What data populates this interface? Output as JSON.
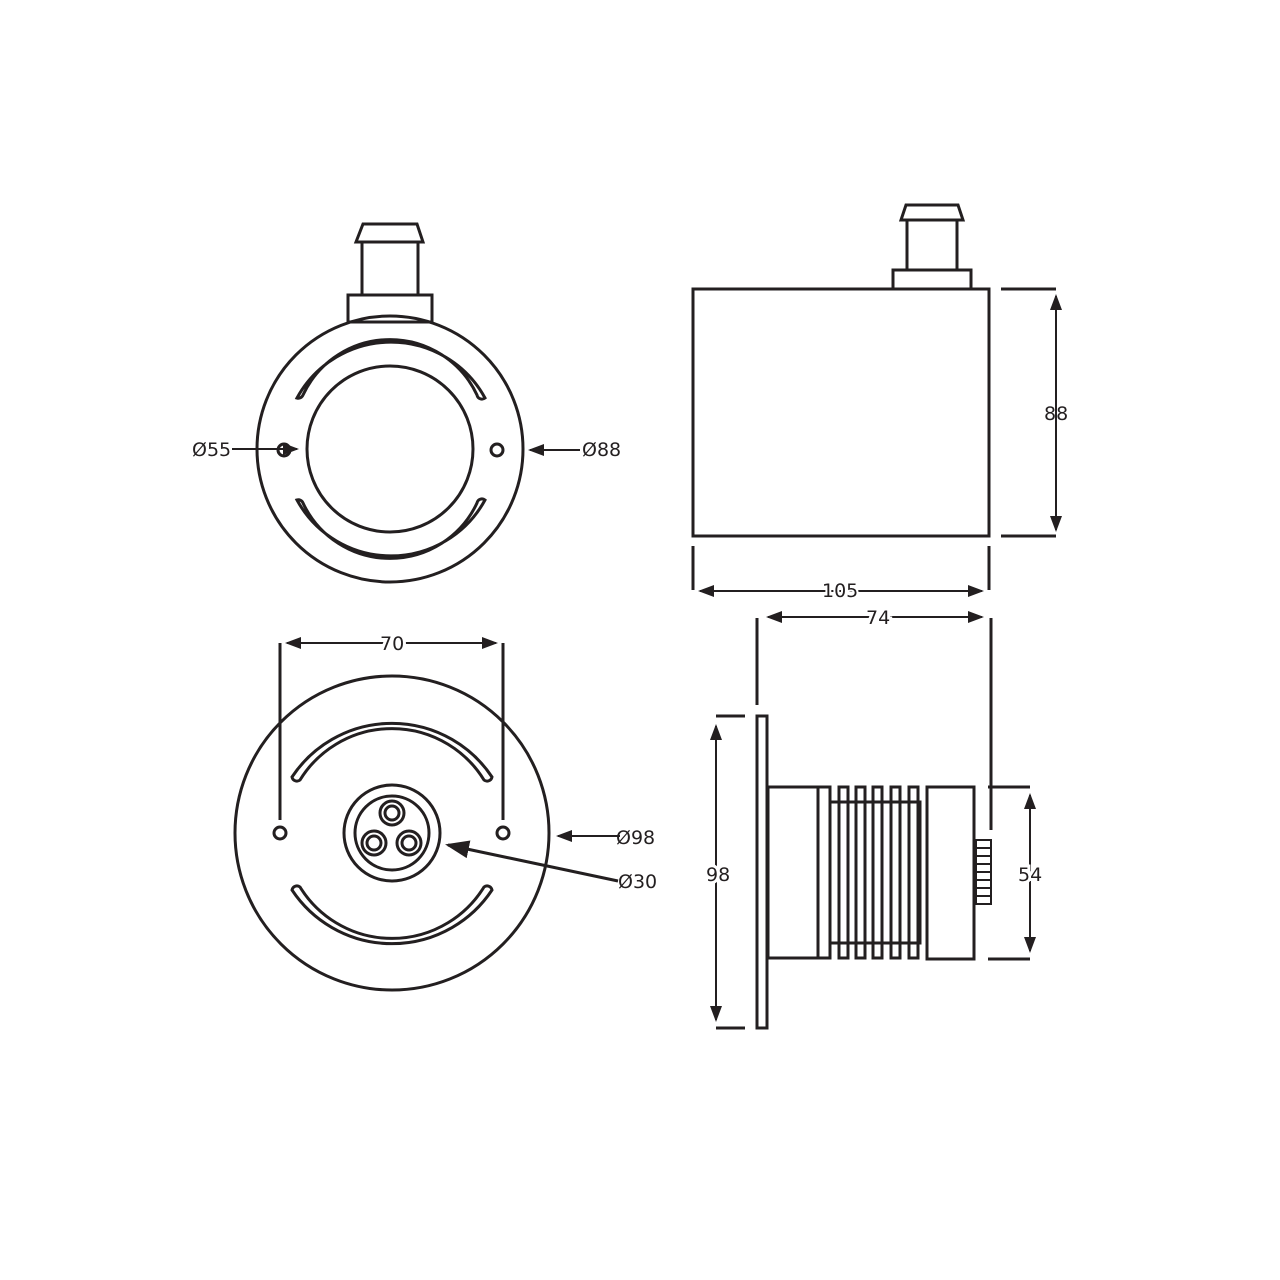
{
  "dimensions": {
    "top_left_hole": "Ø55",
    "top_left_outer": "Ø88",
    "top_right_height": "88",
    "top_right_length": "105",
    "bottom_right_depth": "74",
    "bottom_right_flange_height": "98",
    "bottom_right_body_height": "54",
    "bottom_left_hole_spacing": "70",
    "bottom_left_outer": "Ø98",
    "bottom_left_lens": "Ø30"
  },
  "colors": {
    "line": "#231f20",
    "background": "#ffffff"
  }
}
